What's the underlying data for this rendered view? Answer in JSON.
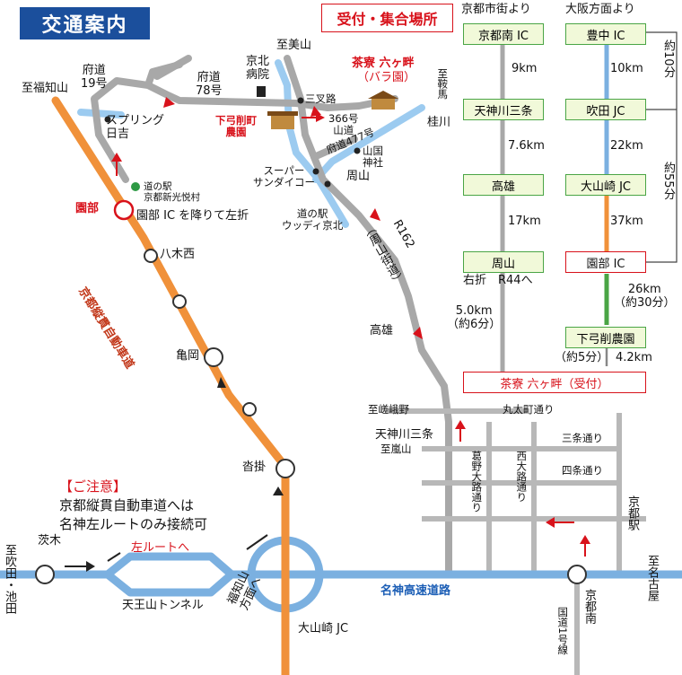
{
  "title": "交通案内",
  "callout": "受付・集合場所",
  "chasei": {
    "name": "茶寮 六ヶ畔",
    "sub": "（バラ園）"
  },
  "map_labels": {
    "fukuchiyama": "至福知山",
    "miyama": "至美山",
    "kurama": "至鞍馬",
    "fudo19": "府道\n19号",
    "fudo78": "府道\n78号",
    "hospital": "京北\n病院",
    "sanjoro": "三叉路",
    "farm": "下弓削町\n農園",
    "r366": "366号\n山道",
    "katsuragawa": "桂川",
    "spring": "スプリング\n日吉",
    "fudo477": "府道477号",
    "yamaguni": "山国\n神社",
    "supermarket": "スーパー\nサンダイコー",
    "shuzan": "周山",
    "roadstation_shinkou": "道の駅\n京都新光悦村",
    "sonobe": "園部",
    "sonobe_note": "園部 IC を降りて左折",
    "roadstation_ukyo": "道の駅\nウッディ京北",
    "shuzan_kaido": "（周山街道）",
    "r162": "R162",
    "yagi": "八木西",
    "expressway": "京都縦貫自動車道",
    "kameoka": "亀岡",
    "takao": "高雄",
    "saga": "至嵯峨野",
    "marutamachi": "丸太町通り",
    "tenjin": "天神川三条",
    "arashiyama": "至嵐山",
    "sanjo": "三条通り",
    "shijo": "四条通り",
    "kuzuno": "葛野大路通り",
    "nishioji": "西大路通り",
    "kyoto_st": "京都駅",
    "kutsukake": "沓掛",
    "caution_head": "【ご注意】",
    "caution_line1": "京都縦貫自動車道へは",
    "caution_line2": "名神左ルートのみ接続可",
    "ibaraki": "茨木",
    "suita": "至吹田・池田",
    "left_route": "左ルートへ",
    "tennozan": "天王山トンネル",
    "fukuchiyama_dir": "福知山\n方面へ",
    "oyamazaki": "大山崎 JC",
    "meishin": "名神高速道路",
    "kyoto_minami": "京都南",
    "nagoya": "至名古屋",
    "r1": "国道1号線"
  },
  "route_kyoto": {
    "header": "京都市街より",
    "stops": [
      "京都南 IC",
      "天神川三条",
      "高雄",
      "周山"
    ],
    "dists": [
      "9km",
      "7.6km",
      "17km"
    ],
    "turn_note": "右折　R44へ",
    "last_dist": "5.0km\n（約6分）",
    "dest": "茶寮 六ヶ畔（受付）"
  },
  "route_osaka": {
    "header": "大阪方面より",
    "stops": [
      "豊中 IC",
      "吹田 JC",
      "大山崎 JC",
      "園部 IC",
      "下弓削農園"
    ],
    "dists": [
      "10km",
      "22km",
      "37km",
      "26km\n（約30分）",
      "4.2km"
    ],
    "time_note": "（約5分）",
    "bracket_short": "約10分",
    "bracket_long": "約55分"
  },
  "colors": {
    "expressway": "#f0913a",
    "meishin": "#7bb0e0",
    "road": "#a8a8a8",
    "river": "#9ccbf0",
    "accent": "#d8121b",
    "title_bg": "#1b4f9c"
  }
}
